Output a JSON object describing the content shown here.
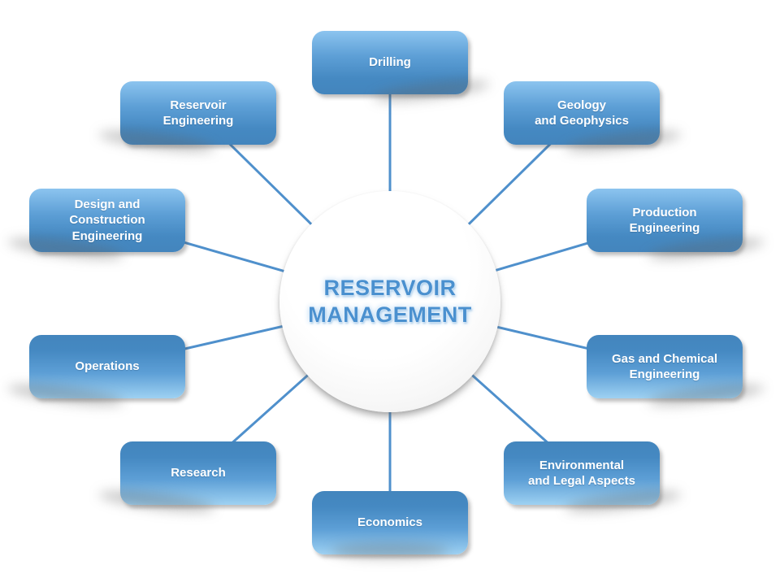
{
  "diagram": {
    "type": "hub-and-spoke",
    "center": {
      "label": "RESERVOIR\nMANAGEMENT"
    },
    "nodes": [
      {
        "id": "drilling",
        "label": "Drilling"
      },
      {
        "id": "geology-geophysics",
        "label": "Geology\nand Geophysics"
      },
      {
        "id": "production-engineering",
        "label": "Production\nEngineering"
      },
      {
        "id": "gas-chemical-engineering",
        "label": "Gas and Chemical\nEngineering"
      },
      {
        "id": "environmental-legal",
        "label": "Environmental\nand Legal Aspects"
      },
      {
        "id": "economics",
        "label": "Economics"
      },
      {
        "id": "research",
        "label": "Research"
      },
      {
        "id": "operations",
        "label": "Operations"
      },
      {
        "id": "design-construction",
        "label": "Design and\nConstruction\nEngineering"
      },
      {
        "id": "reservoir-engineering",
        "label": "Reservoir\nEngineering"
      }
    ],
    "colors": {
      "connector": "#4f90cc",
      "box_gradient_light": "#8cc4ef",
      "box_gradient_dark": "#4385bd",
      "box_text": "#ffffff",
      "hub_fill": "#fbfbfb",
      "hub_text": "#4a90cf",
      "background": "#ffffff"
    }
  }
}
